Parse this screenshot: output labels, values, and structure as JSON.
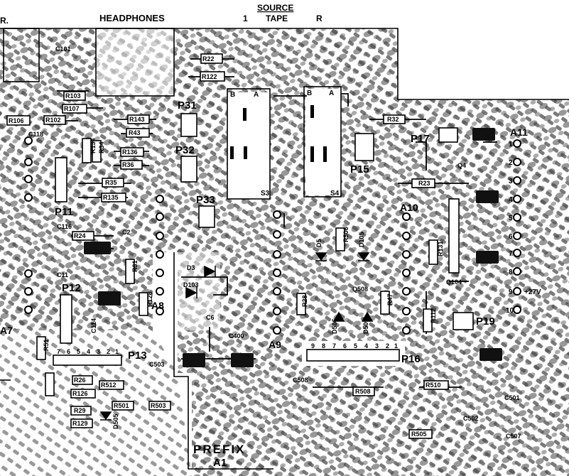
{
  "header": {
    "source_label": "SOURCE",
    "source_1": "1",
    "tape_label": "TAPE",
    "r_label": "R",
    "left_r": "R.",
    "headphones": "HEADPHONES"
  },
  "footer": {
    "prefix": "PREFIX",
    "module": "A1"
  },
  "modules": [
    "A11",
    "A10",
    "A9",
    "A8",
    "A7"
  ],
  "connectors": [
    "P31",
    "P32",
    "P33",
    "P17",
    "P15",
    "P12",
    "P13",
    "P16",
    "P19",
    "P11"
  ],
  "switch_labels": [
    "B",
    "A",
    "B",
    "A",
    "S3",
    "S4"
  ],
  "resistors": [
    "R22",
    "R122",
    "R103",
    "R107",
    "R102",
    "R106",
    "R143",
    "R43",
    "R134",
    "R34",
    "R136",
    "R36",
    "R35",
    "R135",
    "R24",
    "R23",
    "R32",
    "R131",
    "R31",
    "R508",
    "R510",
    "R47",
    "R112",
    "R128",
    "R28",
    "R26",
    "R126",
    "R29",
    "R129",
    "R512",
    "R501",
    "R503",
    "R505",
    "R506",
    "R51"
  ],
  "capacitors": [
    "C101",
    "C118",
    "C116",
    "C2",
    "C11",
    "C114",
    "C6",
    "C400",
    "C503",
    "C508",
    "C501",
    "C502",
    "C507"
  ],
  "semiconductors": [
    "D5",
    "D105",
    "D3",
    "D103",
    "D505",
    "D509",
    "D506",
    "Q508",
    "Q104",
    "Q4"
  ],
  "a11_pins": [
    "1",
    "2",
    "3",
    "4",
    "5",
    "6",
    "7",
    "8",
    "9",
    "10"
  ],
  "a11_voltage": "+27V",
  "p16_pins": [
    "9",
    "8",
    "7",
    "6",
    "5",
    "4",
    "3",
    "2",
    "1"
  ],
  "p13_pins": [
    "7",
    "6",
    "5",
    "4",
    "3",
    "2",
    "1"
  ]
}
